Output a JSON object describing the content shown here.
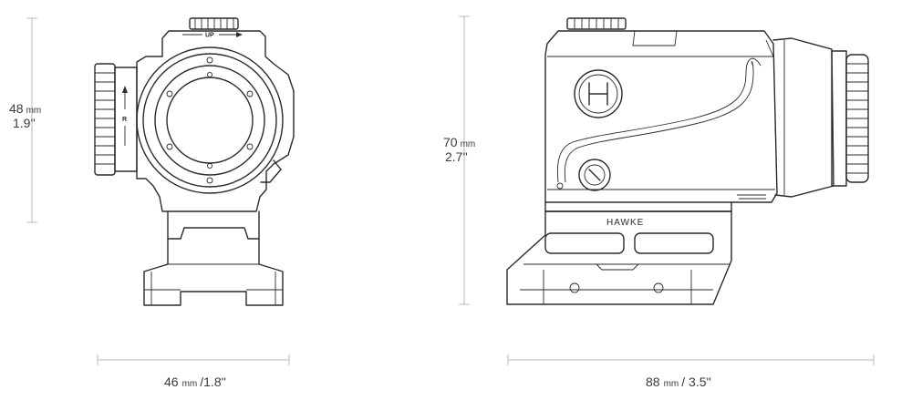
{
  "dimensions": {
    "front_height": {
      "value": "48",
      "unit": "mm",
      "imperial": "1.9''"
    },
    "side_height": {
      "value": "70",
      "unit": "mm",
      "imperial": "2.7''"
    },
    "front_width": {
      "value": "46",
      "unit": "mm",
      "imperial": "/1.8''"
    },
    "side_length": {
      "value": "88",
      "unit": "mm",
      "imperial": "/ 3.5''"
    }
  },
  "markings": {
    "top_arrow": "UP",
    "side_arrow": "R",
    "brand": "HAWKE"
  },
  "colors": {
    "ink": "#2b2b2b",
    "dimension_line": "#b8b8b8",
    "background": "#ffffff"
  }
}
